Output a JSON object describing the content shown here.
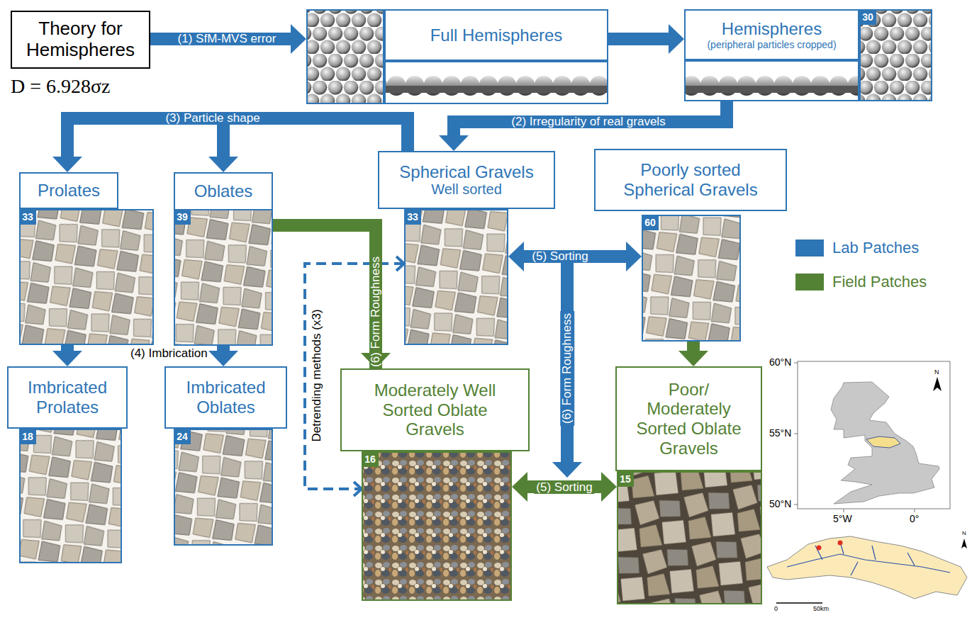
{
  "diagram": {
    "nodes": [
      {
        "text": [
          "Theory for Hemispheres"
        ]
      },
      {
        "text": [
          "Full Hemispheres"
        ]
      },
      {
        "text": [
          "Hemispheres",
          "(peripheral particles cropped)"
        ]
      },
      {
        "text": [
          "Prolates"
        ]
      },
      {
        "text": [
          "Oblates"
        ]
      },
      {
        "text": [
          "Spherical Gravels",
          "Well sorted"
        ]
      },
      {
        "text": [
          "Poorly sorted Spherical Gravels"
        ]
      },
      {
        "text": [
          "Imbricated Prolates"
        ]
      },
      {
        "text": [
          "Imbricated Oblates"
        ]
      },
      {
        "text": [
          "Moderately Well Sorted Oblate Gravels"
        ]
      },
      {
        "text": [
          "Poor/ Moderately Sorted Oblate Gravels"
        ]
      }
    ],
    "edges": [
      {
        "from": 0,
        "to": 1,
        "label": "(1) SfM-MVS error",
        "arrow": "to"
      },
      {
        "from": 1,
        "to": 2,
        "arrow": "to"
      },
      {
        "from": 2,
        "to": 5,
        "label": "(2) Irregularity of real gravels",
        "arrow": "to"
      },
      {
        "from": 5,
        "to": 3,
        "label": "(3) Particle shape",
        "arrow": "to"
      },
      {
        "from": 5,
        "to": 4,
        "arrow": "to"
      },
      {
        "from": 3,
        "to": 7,
        "arrow": "to"
      },
      {
        "from": 4,
        "to": 8,
        "arrow": "to"
      },
      {
        "from": 4,
        "to": 9,
        "label": "(6) Form Roughness",
        "arrow": "to"
      },
      {
        "from": 5,
        "to": 6,
        "label": "(5) Sorting",
        "arrow": "both"
      },
      {
        "from": 6,
        "to": 10,
        "arrow": "to"
      },
      {
        "from": 9,
        "to": 10,
        "label": "(5) Sorting",
        "arrow": "both"
      },
      {
        "from": 5,
        "to": 9,
        "label": "Detrending methods (x3)",
        "arrow": "both"
      }
    ],
    "labels": [
      "D = 6.928σz",
      "30",
      "33",
      "39",
      "33",
      "60",
      "18",
      "24",
      "16",
      "15",
      "(4) Imbrication",
      "(6) Form Roughness",
      "60°N",
      "55°N",
      "50°N",
      "5°W",
      "0°",
      "N",
      "N",
      "0",
      "50km"
    ],
    "legend": [
      {
        "text": "Lab Patches",
        "color": "#2E75B6"
      },
      {
        "text": "Field Patches",
        "color": "#548235"
      }
    ]
  }
}
